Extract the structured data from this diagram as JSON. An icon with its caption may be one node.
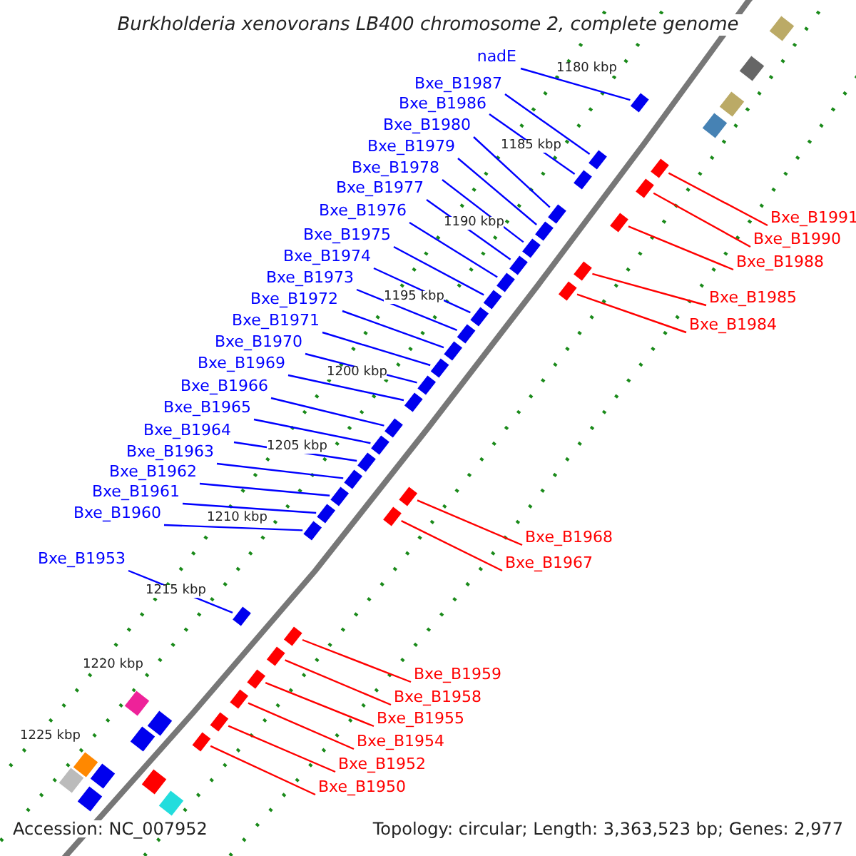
{
  "diagram": {
    "title": "Burkholderia xenovorans LB400 chromosome 2, complete genome",
    "nodes": [
      {
        "text": [
          "nadE"
        ]
      },
      {
        "text": [
          "Bxe_B1987"
        ]
      },
      {
        "text": [
          "Bxe_B1986"
        ]
      },
      {
        "text": [
          "Bxe_B1980"
        ]
      },
      {
        "text": [
          "Bxe_B1979"
        ]
      },
      {
        "text": [
          "Bxe_B1978"
        ]
      },
      {
        "text": [
          "Bxe_B1977"
        ]
      },
      {
        "text": [
          "Bxe_B1976"
        ]
      },
      {
        "text": [
          "Bxe_B1975"
        ]
      },
      {
        "text": [
          "Bxe_B1974"
        ]
      },
      {
        "text": [
          "Bxe_B1973"
        ]
      },
      {
        "text": [
          "Bxe_B1972"
        ]
      },
      {
        "text": [
          "Bxe_B1971"
        ]
      },
      {
        "text": [
          "Bxe_B1970"
        ]
      },
      {
        "text": [
          "Bxe_B1969"
        ]
      },
      {
        "text": [
          "Bxe_B1966"
        ]
      },
      {
        "text": [
          "Bxe_B1965"
        ]
      },
      {
        "text": [
          "Bxe_B1964"
        ]
      },
      {
        "text": [
          "Bxe_B1963"
        ]
      },
      {
        "text": [
          "Bxe_B1962"
        ]
      },
      {
        "text": [
          "Bxe_B1961"
        ]
      },
      {
        "text": [
          "Bxe_B1960"
        ]
      },
      {
        "text": [
          "Bxe_B1953"
        ]
      },
      {
        "text": [
          "Bxe_B1991"
        ]
      },
      {
        "text": [
          "Bxe_B1990"
        ]
      },
      {
        "text": [
          "Bxe_B1988"
        ]
      },
      {
        "text": [
          "Bxe_B1985"
        ]
      },
      {
        "text": [
          "Bxe_B1984"
        ]
      },
      {
        "text": [
          "Bxe_B1968"
        ]
      },
      {
        "text": [
          "Bxe_B1967"
        ]
      },
      {
        "text": [
          "Bxe_B1959"
        ]
      },
      {
        "text": [
          "Bxe_B1958"
        ]
      },
      {
        "text": [
          "Bxe_B1955"
        ]
      },
      {
        "text": [
          "Bxe_B1954"
        ]
      },
      {
        "text": [
          "Bxe_B1952"
        ]
      },
      {
        "text": [
          "Bxe_B1950"
        ]
      },
      {
        "text": [],
        "shape": "box"
      },
      {
        "text": [],
        "shape": "box"
      },
      {
        "text": [],
        "shape": "box"
      },
      {
        "text": [],
        "shape": "box"
      },
      {
        "text": [],
        "shape": "box"
      },
      {
        "text": [],
        "shape": "box"
      },
      {
        "text": [],
        "shape": "box"
      },
      {
        "text": [],
        "shape": "box"
      },
      {
        "text": [],
        "shape": "box"
      },
      {
        "text": [],
        "shape": "box"
      },
      {
        "text": [],
        "shape": "box"
      },
      {
        "text": [],
        "shape": "box"
      },
      {
        "text": [],
        "shape": "box"
      },
      {
        "text": [],
        "shape": "box"
      },
      {
        "text": [],
        "shape": "box"
      },
      {
        "text": [],
        "shape": "box"
      },
      {
        "text": [],
        "shape": "box"
      },
      {
        "text": [],
        "shape": "box"
      },
      {
        "text": [],
        "shape": "box"
      },
      {
        "text": [],
        "shape": "box"
      },
      {
        "text": [],
        "shape": "box"
      },
      {
        "text": [],
        "shape": "box"
      },
      {
        "text": [],
        "shape": "box"
      },
      {
        "text": [],
        "shape": "box"
      },
      {
        "text": [],
        "shape": "box"
      },
      {
        "text": [],
        "shape": "box"
      },
      {
        "text": [],
        "shape": "box"
      },
      {
        "text": [],
        "shape": "box"
      },
      {
        "text": [],
        "shape": "box"
      },
      {
        "text": [],
        "shape": "box"
      },
      {
        "text": [],
        "shape": "box"
      },
      {
        "text": [],
        "shape": "box"
      },
      {
        "text": [],
        "shape": "box"
      },
      {
        "text": [],
        "shape": "box"
      },
      {
        "text": [],
        "shape": "box"
      },
      {
        "text": [],
        "shape": "box"
      }
    ],
    "edges": [
      {
        "from": 0,
        "to": 36,
        "arrow": "none"
      },
      {
        "from": 1,
        "to": 37,
        "arrow": "none"
      },
      {
        "from": 2,
        "to": 38,
        "arrow": "none"
      },
      {
        "from": 3,
        "to": 39,
        "arrow": "none"
      },
      {
        "from": 4,
        "to": 40,
        "arrow": "none"
      },
      {
        "from": 5,
        "to": 41,
        "arrow": "none"
      },
      {
        "from": 6,
        "to": 42,
        "arrow": "none"
      },
      {
        "from": 7,
        "to": 43,
        "arrow": "none"
      },
      {
        "from": 8,
        "to": 44,
        "arrow": "none"
      },
      {
        "from": 9,
        "to": 45,
        "arrow": "none"
      },
      {
        "from": 10,
        "to": 46,
        "arrow": "none"
      },
      {
        "from": 11,
        "to": 47,
        "arrow": "none"
      },
      {
        "from": 12,
        "to": 48,
        "arrow": "none"
      },
      {
        "from": 13,
        "to": 49,
        "arrow": "none"
      },
      {
        "from": 14,
        "to": 50,
        "arrow": "none"
      },
      {
        "from": 15,
        "to": 51,
        "arrow": "none"
      },
      {
        "from": 16,
        "to": 52,
        "arrow": "none"
      },
      {
        "from": 17,
        "to": 53,
        "arrow": "none"
      },
      {
        "from": 18,
        "to": 54,
        "arrow": "none"
      },
      {
        "from": 19,
        "to": 55,
        "arrow": "none"
      },
      {
        "from": 20,
        "to": 56,
        "arrow": "none"
      },
      {
        "from": 21,
        "to": 57,
        "arrow": "none"
      },
      {
        "from": 22,
        "to": 58,
        "arrow": "none"
      },
      {
        "from": 23,
        "to": 59,
        "arrow": "none",
        "color": "#ff0000"
      },
      {
        "from": 24,
        "to": 60,
        "arrow": "none",
        "color": "#ff0000"
      },
      {
        "from": 25,
        "to": 61,
        "arrow": "none",
        "color": "#ff0000"
      },
      {
        "from": 26,
        "to": 62,
        "arrow": "none",
        "color": "#ff0000"
      },
      {
        "from": 27,
        "to": 63,
        "arrow": "none",
        "color": "#ff0000"
      },
      {
        "from": 28,
        "to": 64,
        "arrow": "none",
        "color": "#ff0000"
      },
      {
        "from": 29,
        "to": 65,
        "arrow": "none",
        "color": "#ff0000"
      },
      {
        "from": 30,
        "to": 66,
        "arrow": "none",
        "color": "#ff0000"
      },
      {
        "from": 31,
        "to": 67,
        "arrow": "none",
        "color": "#ff0000"
      },
      {
        "from": 32,
        "to": 68,
        "arrow": "none",
        "color": "#ff0000"
      },
      {
        "from": 33,
        "to": 69,
        "arrow": "none",
        "color": "#ff0000"
      },
      {
        "from": 34,
        "to": 70,
        "arrow": "none",
        "color": "#ff0000"
      },
      {
        "from": 35,
        "to": 71,
        "arrow": "none",
        "color": "#ff0000"
      }
    ],
    "labels": [
      "1180 kbp",
      "1185 kbp",
      "1190 kbp",
      "1195 kbp",
      "1200 kbp",
      "1205 kbp",
      "1210 kbp",
      "1215 kbp",
      "1220 kbp",
      "1225 kbp",
      "Accession: NC_007952",
      "Topology: circular; Length: 3,363,523 bp; Genes: 2,977"
    ]
  }
}
